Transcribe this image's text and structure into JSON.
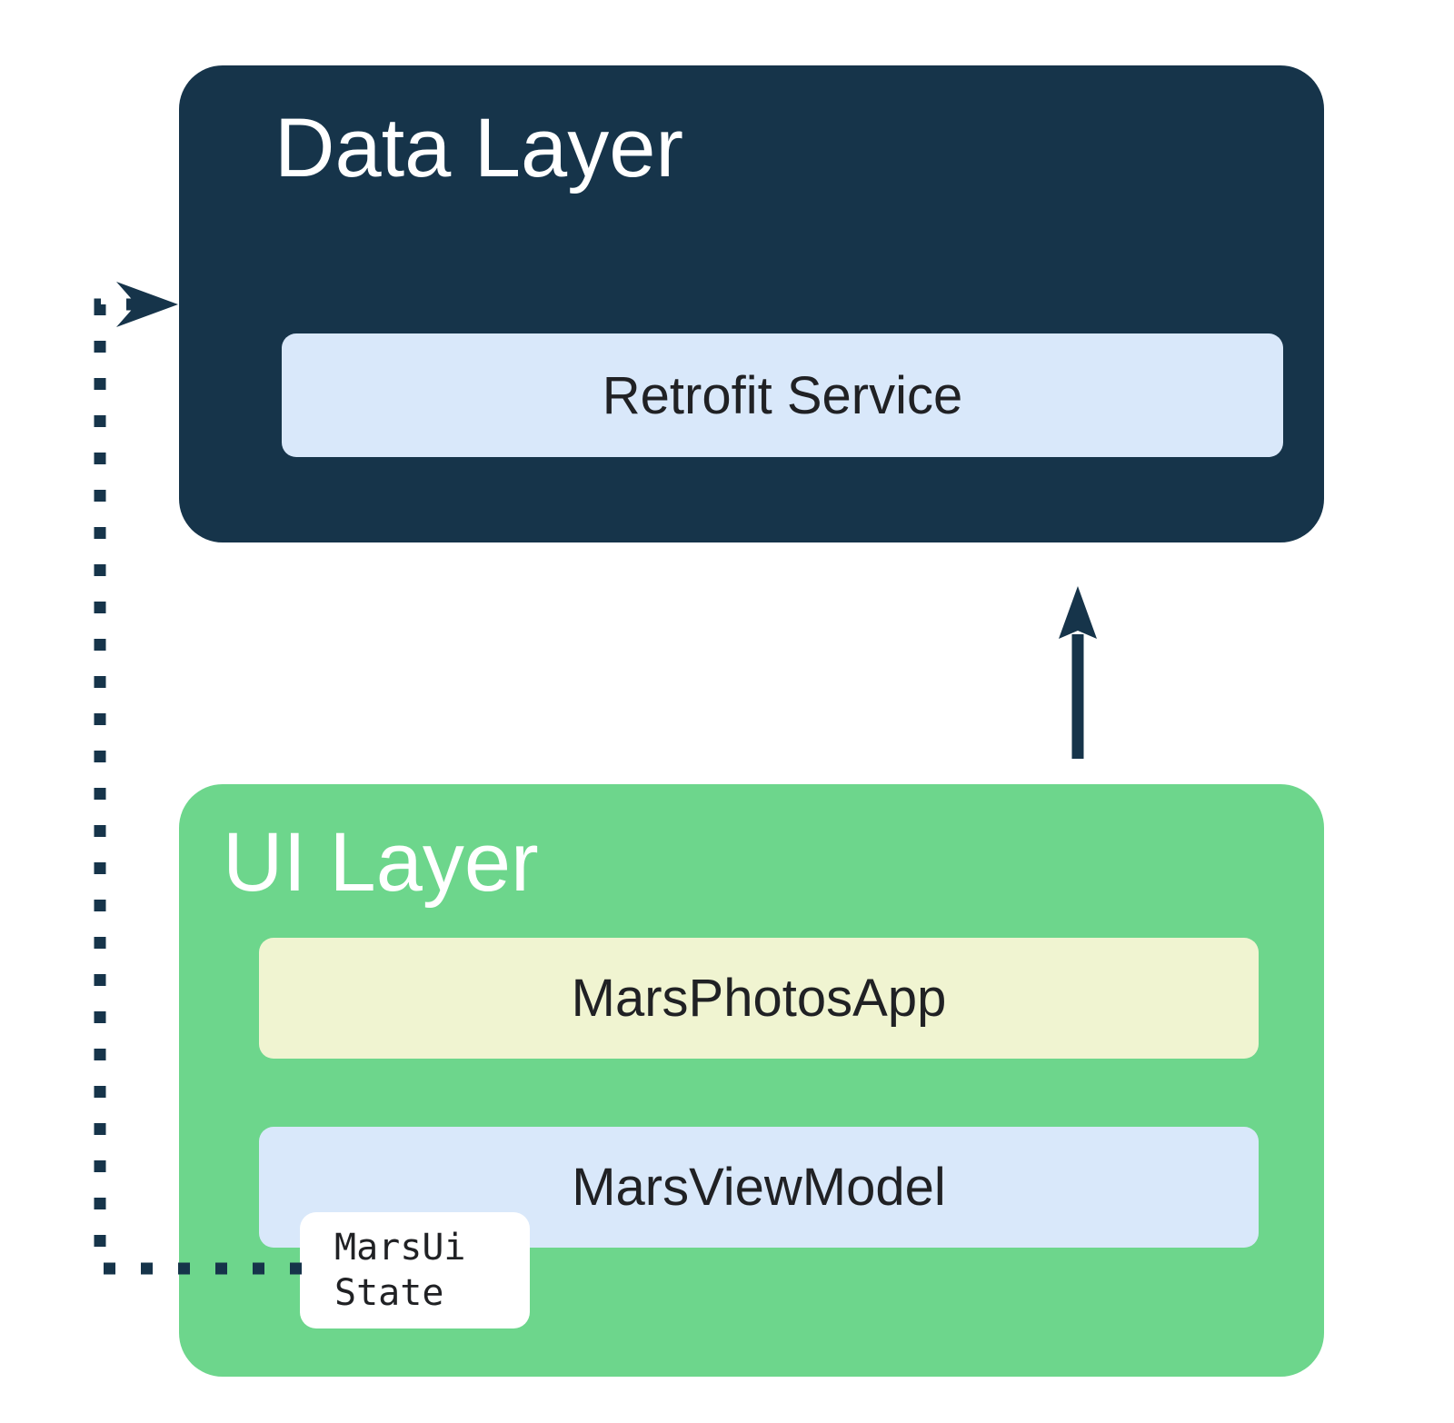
{
  "data_layer": {
    "title": "Data Layer",
    "retrofit_label": "Retrofit Service"
  },
  "ui_layer": {
    "title": "UI Layer",
    "app_label": "MarsPhotosApp",
    "viewmodel_label": "MarsViewModel",
    "ui_state_line1": "MarsUi",
    "ui_state_line2": "State"
  },
  "colors": {
    "navy": "#16344A",
    "green": "#6DD68C",
    "light_blue": "#D9E8FA",
    "light_yellow": "#F0F4D1",
    "box_white": "#FFFFFF",
    "title_text": "#FFFFFF",
    "label_text": "#202124"
  }
}
